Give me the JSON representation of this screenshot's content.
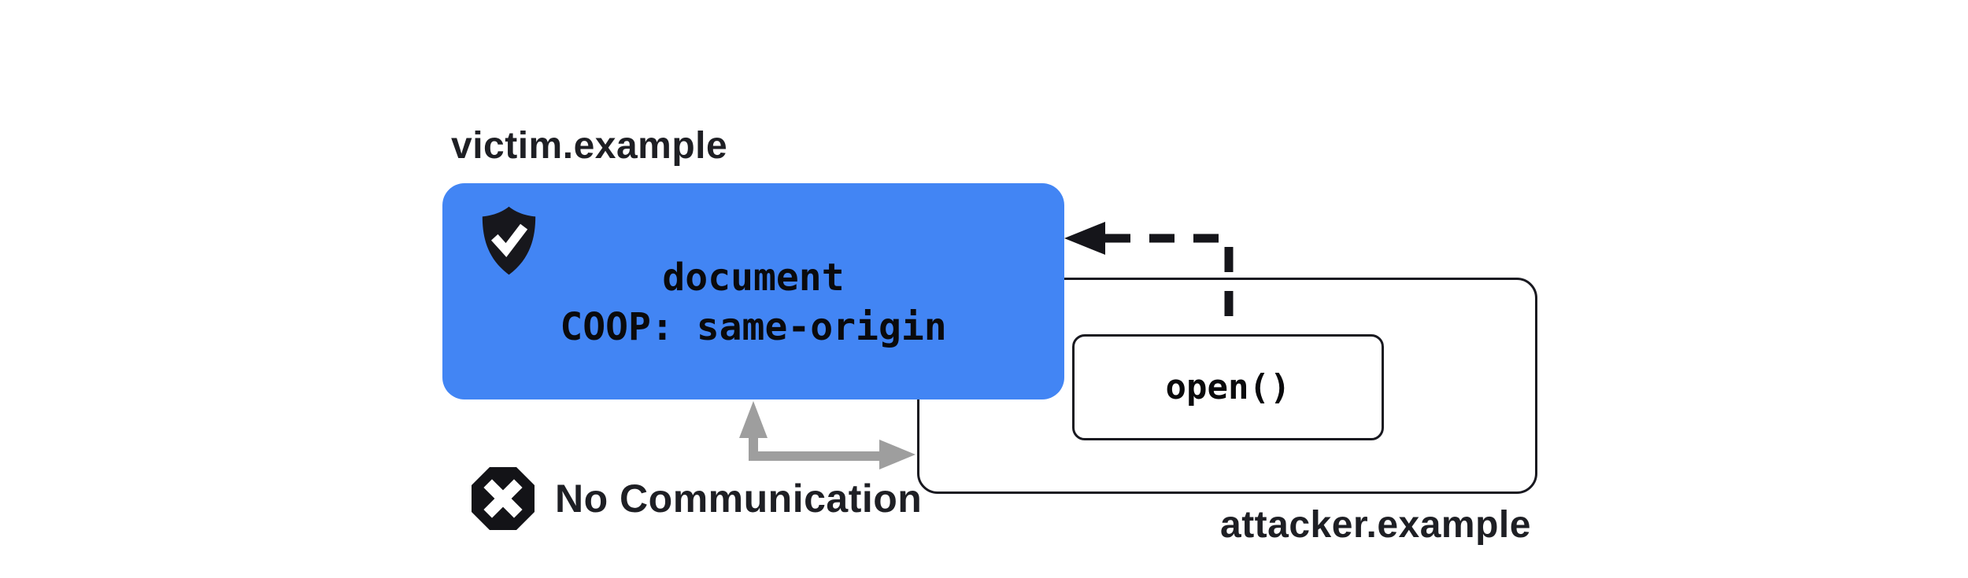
{
  "diagram": {
    "title_semantic": "COOP same-origin blocks communication between victim document and attacker popup opener",
    "colors": {
      "victim_box_fill": "#4285f4",
      "outline_ink": "#191920",
      "label_ink": "#1e1f24",
      "code_ink": "#0a0a0c",
      "blocked_arrow_gray": "#9e9e9e",
      "background": "#ffffff"
    }
  },
  "victim": {
    "domain_label": "victim.example",
    "document_line1": "document",
    "document_line2": "COOP: same-origin",
    "shield_icon": "shield-check-icon"
  },
  "attacker": {
    "domain_label": "attacker.example",
    "call_label": "open()"
  },
  "relationship": {
    "blocked_label": "No Communication",
    "blocked_icon": "x-octagon-icon",
    "opener_arrow": "dashed arrow from open() call to victim document",
    "blocked_arrow": "gray double-headed arrow between victim document and attacker window"
  }
}
